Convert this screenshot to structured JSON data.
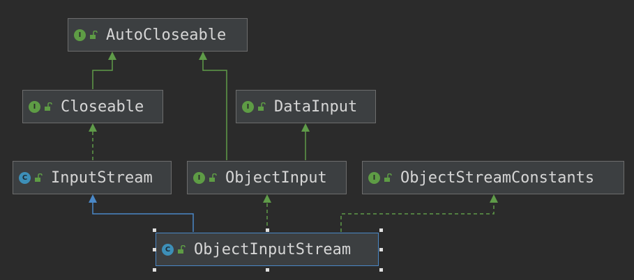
{
  "diagram": {
    "nodes": [
      {
        "id": "autocloseable",
        "kind_letter": "I",
        "name": "AutoCloseable"
      },
      {
        "id": "closeable",
        "kind_letter": "I",
        "name": "Closeable"
      },
      {
        "id": "datainput",
        "kind_letter": "I",
        "name": "DataInput"
      },
      {
        "id": "inputstream",
        "kind_letter": "C",
        "name": "InputStream"
      },
      {
        "id": "objectinput",
        "kind_letter": "I",
        "name": "ObjectInput"
      },
      {
        "id": "objectstreamconstants",
        "kind_letter": "I",
        "name": "ObjectStreamConstants"
      },
      {
        "id": "objectinputstream",
        "kind_letter": "C",
        "name": "ObjectInputStream"
      }
    ],
    "edges": [
      {
        "from": "Closeable",
        "to": "AutoCloseable",
        "relation": "extends"
      },
      {
        "from": "ObjectInput",
        "to": "AutoCloseable",
        "relation": "extends"
      },
      {
        "from": "ObjectInput",
        "to": "DataInput",
        "relation": "extends"
      },
      {
        "from": "InputStream",
        "to": "Closeable",
        "relation": "implements"
      },
      {
        "from": "ObjectInputStream",
        "to": "InputStream",
        "relation": "extends"
      },
      {
        "from": "ObjectInputStream",
        "to": "ObjectInput",
        "relation": "implements"
      },
      {
        "from": "ObjectInputStream",
        "to": "ObjectStreamConstants",
        "relation": "implements"
      }
    ],
    "selected": "ObjectInputStream"
  },
  "colors": {
    "interface_edge": "#5f9b49",
    "class_edge": "#4a88c7",
    "interface_icon": "#5e9c45",
    "class_icon": "#3d8fb8"
  }
}
